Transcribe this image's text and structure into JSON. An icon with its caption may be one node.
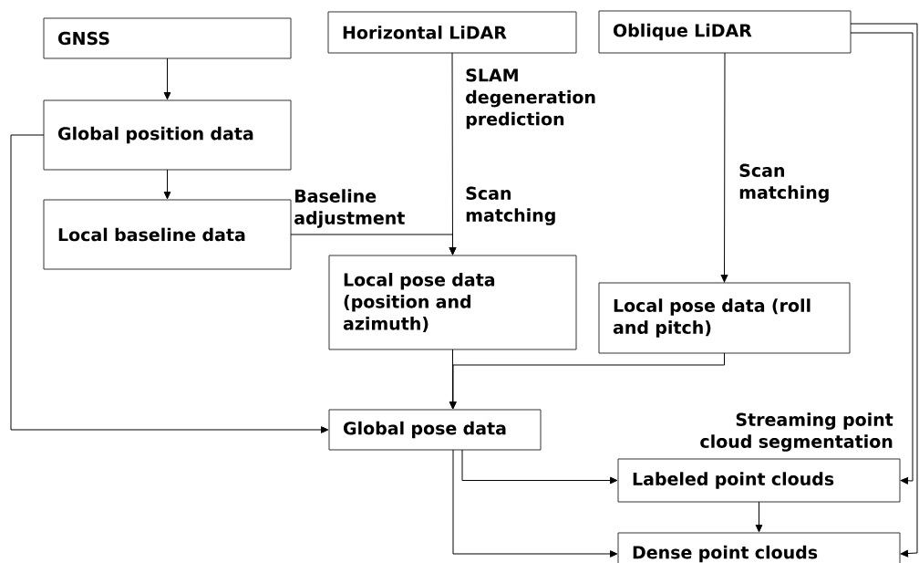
{
  "diagram": {
    "nodes": [
      {
        "text": [
          "GNSS"
        ]
      },
      {
        "text": [
          "Horizontal LiDAR"
        ]
      },
      {
        "text": [
          "Oblique LiDAR"
        ]
      },
      {
        "text": [
          "Global position data"
        ]
      },
      {
        "text": [
          "Local baseline data"
        ]
      },
      {
        "text": [
          "Local pose data (position and azimuth)"
        ]
      },
      {
        "text": [
          "Local pose data (roll and pitch)"
        ]
      },
      {
        "text": [
          "Global pose data"
        ]
      },
      {
        "text": [
          "Labeled point clouds"
        ],
        "beside": [
          "Streaming point cloud segmentation"
        ]
      },
      {
        "text": [
          "Dense point clouds"
        ]
      }
    ],
    "edges": [
      {
        "from": 0,
        "to": 3,
        "arrow": "to"
      },
      {
        "from": 3,
        "to": 4,
        "arrow": "to"
      },
      {
        "from": 4,
        "to": 5,
        "arrow": "to",
        "label": "Baseline adjustment"
      },
      {
        "from": 1,
        "to": 5,
        "arrow": "to",
        "label": "Scan matching"
      },
      {
        "from": 2,
        "to": 6,
        "arrow": "to",
        "label": "Scan matching"
      },
      {
        "from": 5,
        "to": 7,
        "arrow": "to"
      },
      {
        "from": 6,
        "to": 7,
        "arrow": "to"
      },
      {
        "from": 3,
        "to": 7,
        "arrow": "to"
      },
      {
        "from": 7,
        "to": 8,
        "arrow": "to"
      },
      {
        "from": 7,
        "to": 9,
        "arrow": "to"
      },
      {
        "from": 2,
        "to": 8,
        "arrow": "to"
      },
      {
        "from": 2,
        "to": 9,
        "arrow": "to"
      },
      {
        "from": 8,
        "to": 9,
        "arrow": "to"
      }
    ],
    "labels": [
      "SLAM degeneration prediction"
    ]
  }
}
